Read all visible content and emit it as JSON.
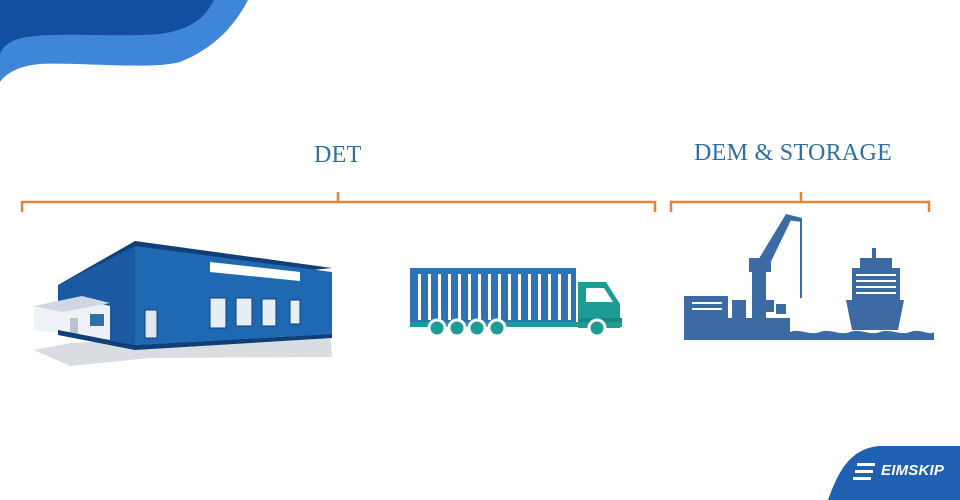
{
  "labels": {
    "det": "DET",
    "dem_storage": "DEM & STORAGE"
  },
  "brand": {
    "logo_text": "EIMSKIP"
  },
  "icons": {
    "warehouse": "warehouse-icon",
    "truck": "container-truck-icon",
    "port": "port-crane-ship-icon",
    "logo": "eimskip-logo-icon"
  },
  "colors": {
    "bracket": "#e8843a",
    "text": "#2e6fa8",
    "warehouse": "#1f69b3",
    "truck_container": "#2e73b8",
    "truck_cab": "#1f9b95",
    "port": "#3c6aa3",
    "corner": "#1f60b0"
  }
}
